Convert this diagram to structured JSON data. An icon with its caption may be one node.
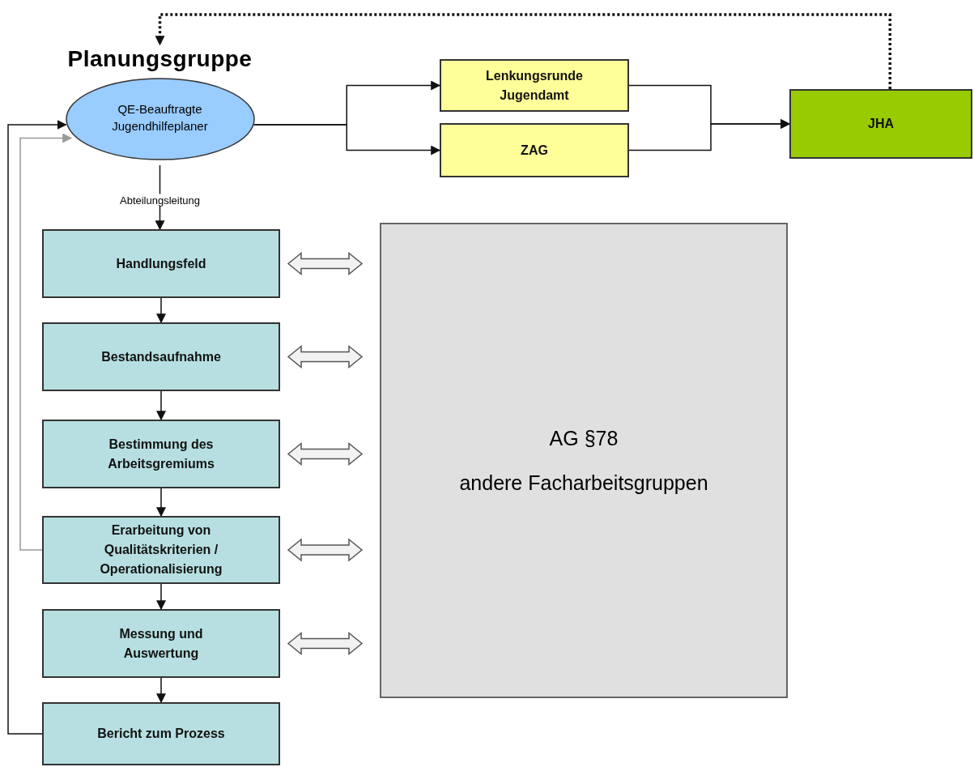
{
  "diagram": {
    "nodes": [
      {
        "text": [
          "Planungsgruppe",
          "QE-Beauftragte Jugendhilfeplaner"
        ]
      },
      {
        "text": [
          "Lenkungsrunde Jugendamt"
        ]
      },
      {
        "text": [
          "ZAG"
        ]
      },
      {
        "text": [
          "JHA"
        ]
      },
      {
        "text": [
          "Handlungsfeld"
        ]
      },
      {
        "text": [
          "Bestandsaufnahme"
        ]
      },
      {
        "text": [
          "Bestimmung des Arbeitsgremiums"
        ]
      },
      {
        "text": [
          "Erarbeitung von Qualitätskriterien / Operationalisierung"
        ]
      },
      {
        "text": [
          "Messung und Auswertung"
        ]
      },
      {
        "text": [
          "Bericht zum Prozess"
        ]
      },
      {
        "text": [
          "AG §78",
          "andere Facharbeitsgruppen"
        ]
      }
    ],
    "edges": [
      {
        "from": 0,
        "to": 1,
        "arrow": "to"
      },
      {
        "from": 0,
        "to": 2,
        "arrow": "to"
      },
      {
        "from": 1,
        "to": 3,
        "arrow": "to"
      },
      {
        "from": 2,
        "to": 3,
        "arrow": "to"
      },
      {
        "from": 3,
        "to": 0,
        "arrow": "to",
        "style": "dashed"
      },
      {
        "from": 0,
        "to": 4,
        "arrow": "to",
        "label": "Abteilungsleitung"
      },
      {
        "from": 4,
        "to": 5,
        "arrow": "to"
      },
      {
        "from": 5,
        "to": 6,
        "arrow": "to"
      },
      {
        "from": 6,
        "to": 7,
        "arrow": "to"
      },
      {
        "from": 7,
        "to": 8,
        "arrow": "to"
      },
      {
        "from": 8,
        "to": 9,
        "arrow": "to"
      },
      {
        "from": 9,
        "to": 0,
        "arrow": "to"
      },
      {
        "from": 7,
        "to": 0,
        "arrow": "to",
        "color": "#999999"
      },
      {
        "from": 4,
        "to": 10,
        "arrow": "both",
        "style": "thick"
      },
      {
        "from": 5,
        "to": 10,
        "arrow": "both",
        "style": "thick"
      },
      {
        "from": 6,
        "to": 10,
        "arrow": "both",
        "style": "thick"
      },
      {
        "from": 7,
        "to": 10,
        "arrow": "both",
        "style": "thick"
      },
      {
        "from": 8,
        "to": 10,
        "arrow": "both",
        "style": "thick"
      }
    ]
  }
}
